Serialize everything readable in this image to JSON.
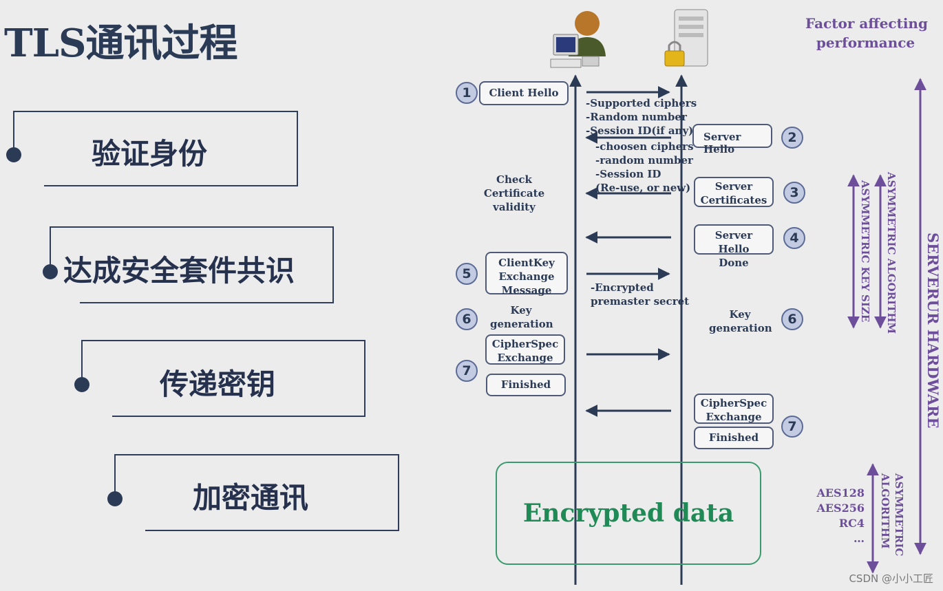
{
  "title": "TLS通讯过程",
  "steps": [
    "验证身份",
    "达成安全套件共识",
    "传递密钥",
    "加密通讯"
  ],
  "factor_title": [
    "Factor affecting",
    "performance"
  ],
  "messages": {
    "client_hello": "Client Hello",
    "client_hello_details": [
      "-Supported ciphers",
      "-Random number",
      "-Session ID(if any)"
    ],
    "server_hello": [
      "Server",
      "Hello"
    ],
    "server_hello_details": [
      "-choosen ciphers",
      "-random number",
      "-Session ID",
      "(Re-use, or new)"
    ],
    "check_cert": [
      "Check",
      "Certificate",
      "validity"
    ],
    "server_certificates": [
      "Server",
      "Certificates"
    ],
    "server_hello_done": [
      "Server",
      "Hello",
      "Done"
    ],
    "client_key_exchange": [
      "ClientKey",
      "Exchange",
      "Message"
    ],
    "premaster": [
      "-Encrypted",
      "premaster secret"
    ],
    "key_generation": [
      "Key",
      "generation"
    ],
    "cipherspec_exchange": [
      "CipherSpec",
      "Exchange"
    ],
    "finished": "Finished",
    "encrypted_data": "Encrypted data"
  },
  "numbers": [
    "1",
    "2",
    "3",
    "4",
    "5",
    "6",
    "6",
    "7",
    "7"
  ],
  "side_labels": {
    "asymmetric_algorithm": "ASYMMETRIC ALGORITHM",
    "asymmetric_key_size": "ASYMMETRIC KEY SIZE",
    "server_hardware": "SERVERUR HARDWARE",
    "asymmetric_algorithm_2": [
      "ASYMMETRIC",
      "ALGORITHM"
    ],
    "ciphers": [
      "AES128",
      "AES256",
      "RC4",
      "…"
    ]
  },
  "watermark": "CSDN @小小工匠",
  "colors": {
    "navy": "#2b3a55",
    "purple": "#6c4e9a",
    "green": "#1f8a55"
  }
}
